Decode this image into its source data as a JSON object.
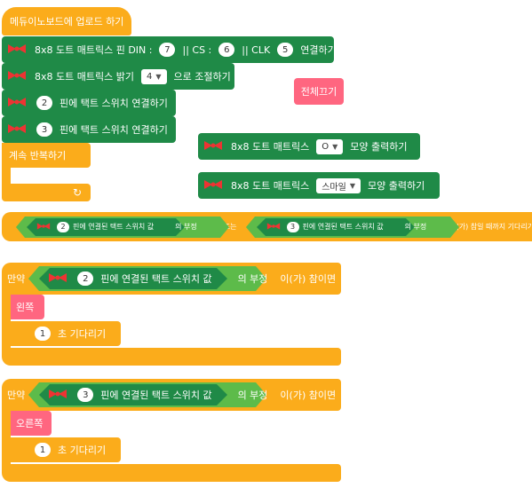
{
  "hat": {
    "label": "메듀이노보드에 업로드 하기"
  },
  "setup": {
    "matrix_pins": {
      "label": "8x8 도트 매트릭스 핀 DIN :",
      "din": "7",
      "cs_label": "|| CS :",
      "cs": "6",
      "clk_label": "|| CLK",
      "clk": "5",
      "suffix": "연결하기"
    },
    "brightness": {
      "label": "8x8 도트 매트릭스 밝기",
      "value": "4",
      "suffix": "으로 조절하기"
    },
    "switch_a": {
      "pin": "2",
      "label": "핀에 택트 스위치 연결하기"
    },
    "switch_b": {
      "pin": "3",
      "label": "핀에 택트 스위치 연결하기"
    }
  },
  "loop": {
    "label": "계속 반복하기",
    "arrow": "↻"
  },
  "floating": {
    "clear_all": {
      "label": "전체끄기"
    },
    "matrix_o": {
      "label": "8x8 도트 매트릭스",
      "shape": "O",
      "suffix": "모양 출력하기"
    },
    "matrix_smile": {
      "label": "8x8 도트 매트릭스",
      "shape": "스마일",
      "suffix": "모양 출력하기"
    }
  },
  "wait_until": {
    "cond_a": {
      "pin": "2",
      "label": "핀에 연결된 택트 스위치 값",
      "neg": "의 부정"
    },
    "or_label": "또는",
    "cond_b": {
      "pin": "3",
      "label": "핀에 연결된 택트 스위치 값",
      "neg": "의 부정"
    },
    "suffix": "이(가) 참일 때까지 기다리기"
  },
  "if_left": {
    "if_label": "만약",
    "pin": "2",
    "cond_label": "핀에 연결된 택트 스위치 값",
    "neg": "의 부정",
    "then_label": "이(가) 참이면",
    "action": "왼쪽",
    "wait_value": "1",
    "wait_label": "초 기다리기"
  },
  "if_right": {
    "if_label": "만약",
    "pin": "3",
    "cond_label": "핀에 연결된 택트 스위치 값",
    "neg": "의 부정",
    "then_label": "이(가) 참이면",
    "action": "오른쪽",
    "wait_value": "1",
    "wait_label": "초 기다리기"
  },
  "colors": {
    "event": "#fbac1b",
    "hardware": "#1f8a47",
    "sensor": "#5dbb4a",
    "custom": "#ff6680"
  },
  "icons": {
    "hardware": "bowtie-icon",
    "dropdown": "triangle-down-icon",
    "loop": "loop-arrow-icon"
  }
}
